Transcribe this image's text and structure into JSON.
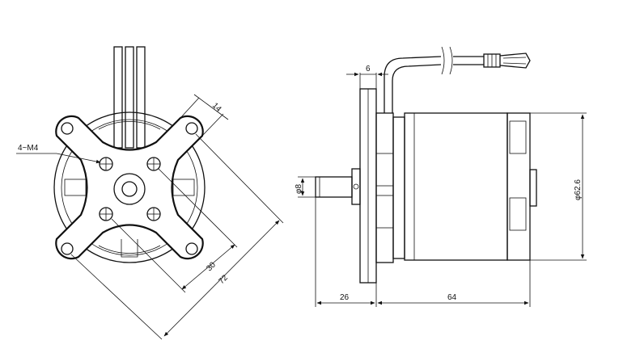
{
  "labels": {
    "holes": "4~M4",
    "arm_width": "14",
    "hole_spacing": "30",
    "mount_span": "72",
    "flange_thickness": "6",
    "shaft_diameter": "φ8",
    "motor_diameter": "φ62.6",
    "shaft_length": "26",
    "body_length": "64"
  }
}
